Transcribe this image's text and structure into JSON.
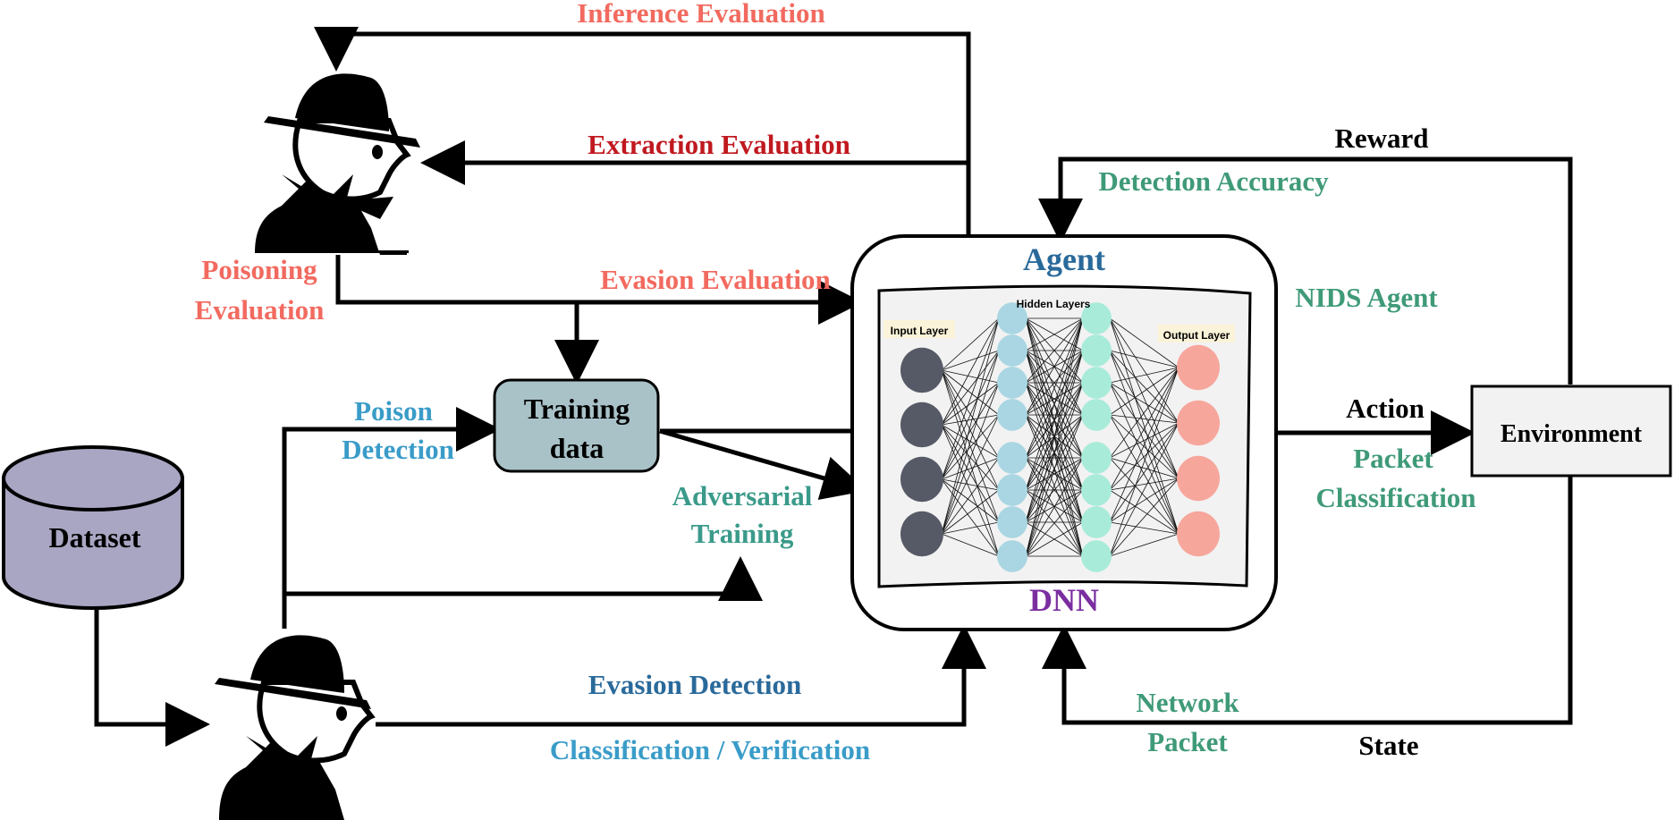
{
  "labels": {
    "inference_evaluation": "Inference Evaluation",
    "extraction_evaluation": "Extraction Evaluation",
    "poisoning_line1": "Poisoning",
    "poisoning_line2": "Evaluation",
    "evasion_evaluation": "Evasion Evaluation",
    "poison_line1": "Poison",
    "poison_line2": "Detection",
    "training_line1": "Training",
    "training_line2": "data",
    "adversarial_line1": "Adversarial",
    "adversarial_line2": "Training",
    "dataset": "Dataset",
    "agent": "Agent",
    "dnn": "DNN",
    "nids_agent": "NIDS Agent",
    "reward": "Reward",
    "detection_accuracy": "Detection Accuracy",
    "action": "Action",
    "packet_line1": "Packet",
    "packet_line2": "Classification",
    "environment": "Environment",
    "evasion_detection": "Evasion Detection",
    "classification_verification": "Classification / Verification",
    "network_line1": "Network",
    "network_line2": "Packet",
    "state": "State",
    "input_layer": "Input Layer",
    "hidden_layers": "Hidden Layers",
    "output_layer": "Output Layer"
  },
  "colors": {
    "red": "#f26a5f",
    "dark_red": "#c0191f",
    "blue": "#3a9cc8",
    "dark_blue": "#2a6a9b",
    "teal": "#3a9a8a",
    "green": "#3f9a78",
    "purple": "#7a2ea0",
    "training_fill": "#a9c2c8",
    "dataset_fill": "#a9a6c3",
    "input_node": "#565a66",
    "hidden1_node": "#a9d6e2",
    "hidden2_node": "#a8ebd9",
    "output_node": "#f7a69c"
  },
  "icons": [
    "attacker-icon-top",
    "attacker-icon-bottom",
    "dataset-cylinder-icon",
    "neural-network-icon"
  ]
}
